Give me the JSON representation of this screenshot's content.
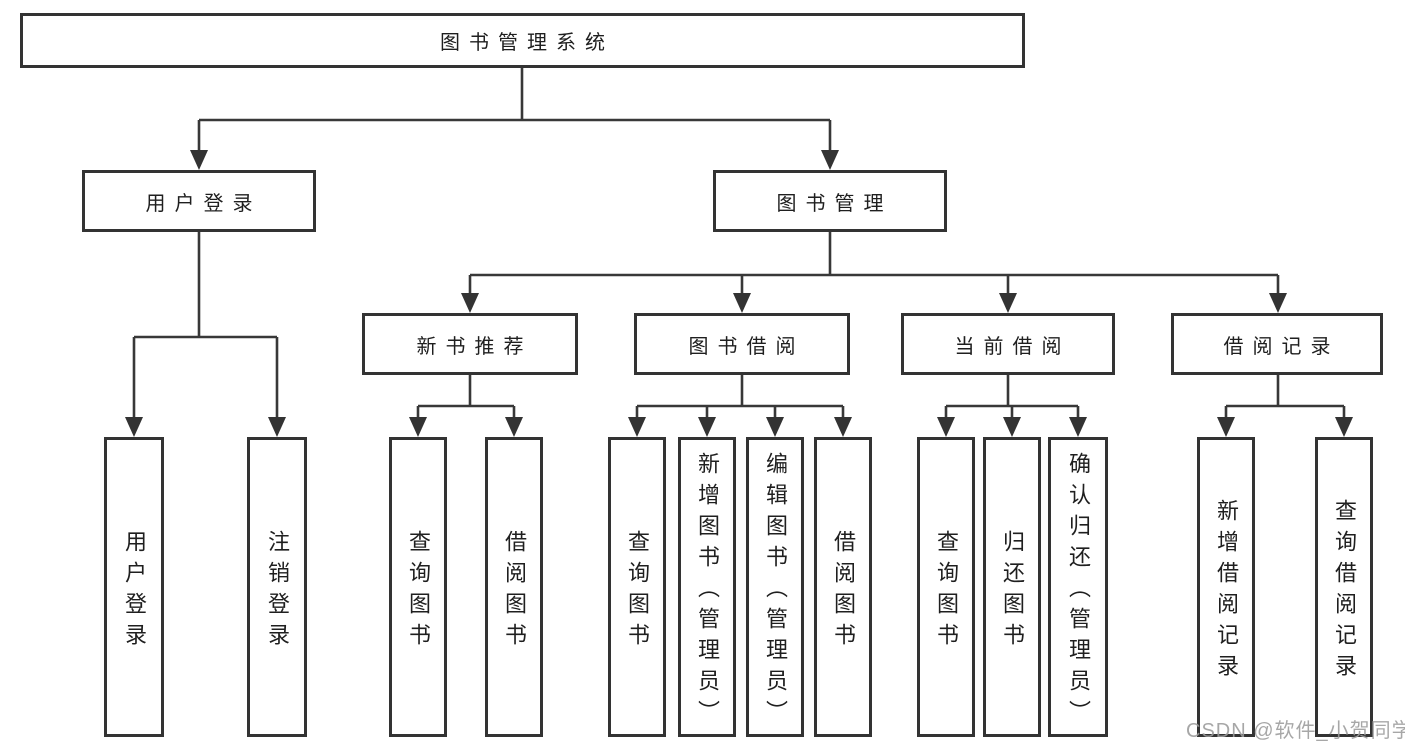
{
  "diagram": {
    "root": "图书管理系统",
    "level2": [
      "用户登录",
      "图书管理"
    ],
    "level3": [
      "新书推荐",
      "图书借阅",
      "当前借阅",
      "借阅记录"
    ],
    "leaves": [
      "用户登录",
      "注销登录",
      "查询图书",
      "借阅图书",
      "查询图书",
      "新增图书（管理员）",
      "编辑图书（管理员）",
      "借阅图书",
      "查询图书",
      "归还图书",
      "确认归还（管理员）",
      "新增借阅记录",
      "查询借阅记录"
    ]
  },
  "watermark": "CSDN @软件_小贺同学",
  "colors": {
    "line": "#383838",
    "border": "#333333",
    "text": "#1f1f1f",
    "watermark": "#9c9c9c",
    "background": "#ffffff"
  }
}
